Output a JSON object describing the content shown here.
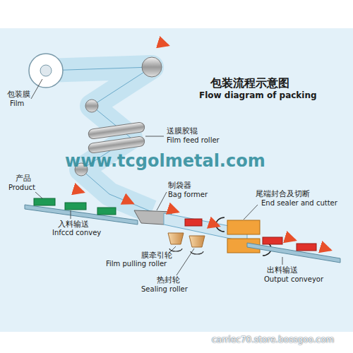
{
  "diagram": {
    "title": "包装流程示意图",
    "labels": [
      "Flow diagram of packing",
      "包装膜",
      "Film",
      "送膜胶辊",
      "Film feed roller",
      "www.tcgolmetal.com",
      "产品",
      "Product",
      "制袋器",
      "Bag former",
      "尾端封合及切断",
      "End sealer and cutter",
      "入料输送",
      "Infccd convey",
      "膜牵引轮",
      "Film pulling roller",
      "热封轮",
      "Sealing roller",
      "出料输送",
      "Output conveyor",
      "carriec70.store.bossgoo.com"
    ]
  }
}
